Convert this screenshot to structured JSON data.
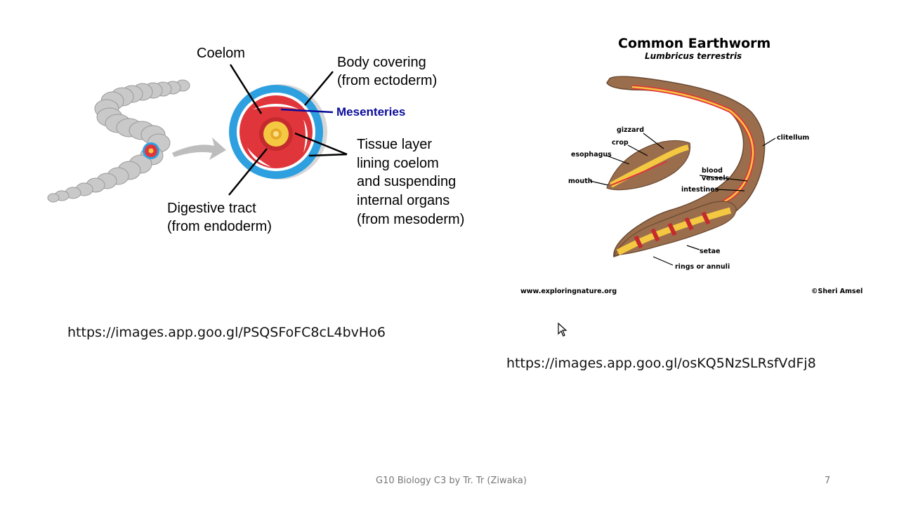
{
  "left_diagram": {
    "coelom": "Coelom",
    "body_covering_1": "Body covering",
    "body_covering_2": "(from ectoderm)",
    "mesenteries": "Mesenteries",
    "tissue_1": "Tissue layer",
    "tissue_2": "lining coelom",
    "tissue_3": "and suspending",
    "tissue_4": "internal organs",
    "tissue_5": "(from mesoderm)",
    "digestive_1": "Digestive tract",
    "digestive_2": "(from endoderm)"
  },
  "right_diagram": {
    "title": "Common Earthworm",
    "subtitle": "Lumbricus terrestris",
    "labels": {
      "gizzard": "gizzard",
      "crop": "crop",
      "esophagus": "esophagus",
      "mouth": "mouth",
      "clitellum": "clitellum",
      "blood_1": "blood",
      "blood_2": "vessels",
      "intestines": "intestines",
      "setae": "setae",
      "rings": "rings or annuli"
    },
    "site": "www.exploringnature.org",
    "credit": "©Sheri Amsel"
  },
  "links": {
    "left": "https://images.app.goo.gl/PSQSFoFC8cL4bvHo6",
    "right": "https://images.app.goo.gl/osKQ5NzSLRsfVdFj8"
  },
  "footer": {
    "text": "G10 Biology C3 by Tr. Tr (Ziwaka)",
    "page": "7"
  },
  "colors": {
    "ectoderm_blue": "#2ea0e0",
    "mesoderm_red": "#e0353a",
    "endoderm_yellow": "#f5c842",
    "worm_brown": "#9a6e4c"
  }
}
